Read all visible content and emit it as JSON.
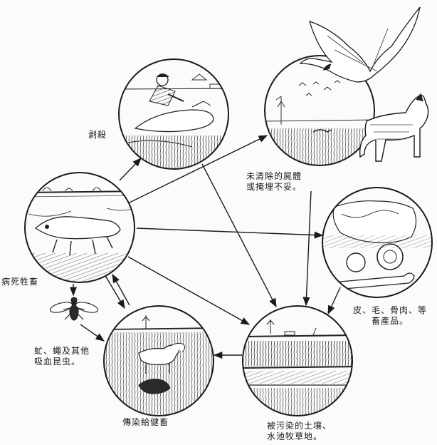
{
  "colors": {
    "ink": "#1a1a1a",
    "paper": "#fbfbfa"
  },
  "labels": {
    "skinning": "剥殺",
    "sick_dead_livestock": "病死牲畜",
    "improper_carcass_line1": "未清除的屍體",
    "improper_carcass_line2": "或掩埋不妥。",
    "products_line1": "皮、毛、骨肉、等",
    "products_line2": "畜產品。",
    "insects_line1": "虻、蠅及其他",
    "insects_line2": "吸血昆虫。",
    "infect_healthy": "傳染給健畜",
    "contaminated_line1": "被污染的土壤、",
    "contaminated_line2": "水池牧草地。"
  },
  "nodes": [
    {
      "id": "sick-animal",
      "scene": "dead-animal-field-icon"
    },
    {
      "id": "skinning",
      "scene": "man-skinning-animal-icon"
    },
    {
      "id": "carcass",
      "scene": "birds-over-field-icon"
    },
    {
      "id": "products",
      "scene": "hide-bones-icon"
    },
    {
      "id": "soil",
      "scene": "contaminated-field-icon"
    },
    {
      "id": "healthy",
      "scene": "grazing-livestock-icon"
    }
  ]
}
